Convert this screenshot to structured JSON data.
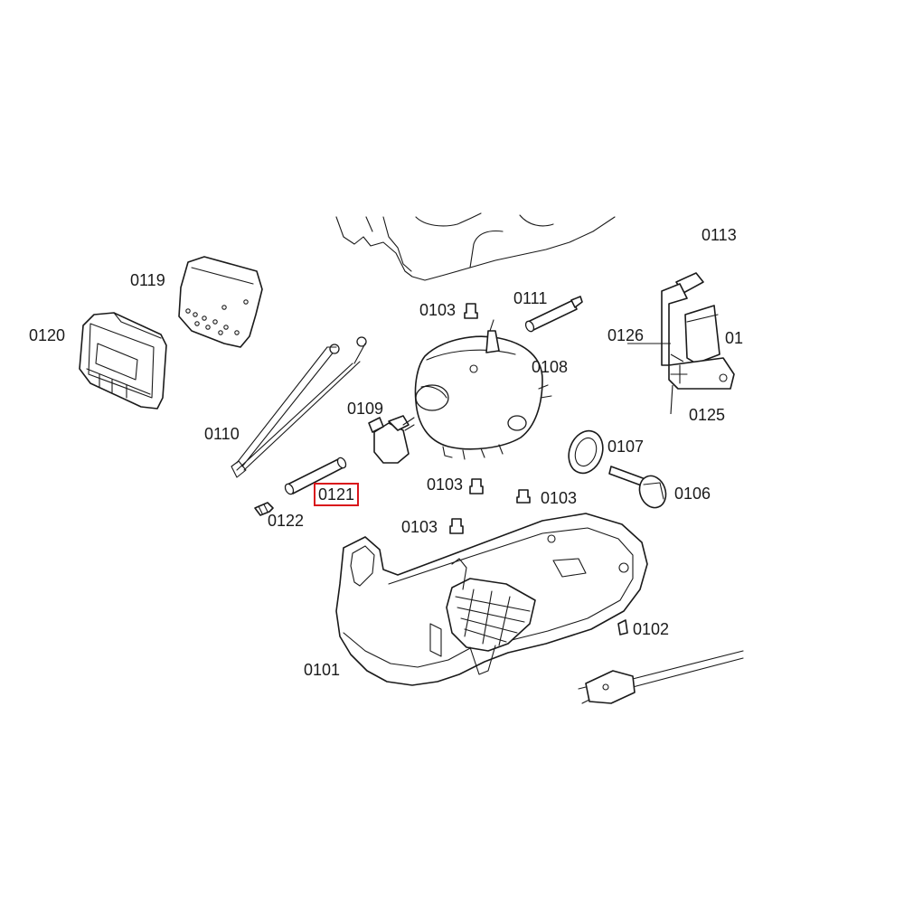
{
  "diagram": {
    "highlight_color": "#d9141b",
    "labels": {
      "p0101": "0101",
      "p0102": "0102",
      "p0103a": "0103",
      "p0103b": "0103",
      "p0103c": "0103",
      "p0103d": "0103",
      "p0106": "0106",
      "p0107": "0107",
      "p0108": "0108",
      "p0109": "0109",
      "p0110": "0110",
      "p0111": "0111",
      "p0113": "0113",
      "p0119": "0119",
      "p0120": "0120",
      "p0121": "0121",
      "p0122": "0122",
      "p0125": "0125",
      "p0126": "0126",
      "p01cut": "01"
    },
    "highlighted": "0121"
  }
}
